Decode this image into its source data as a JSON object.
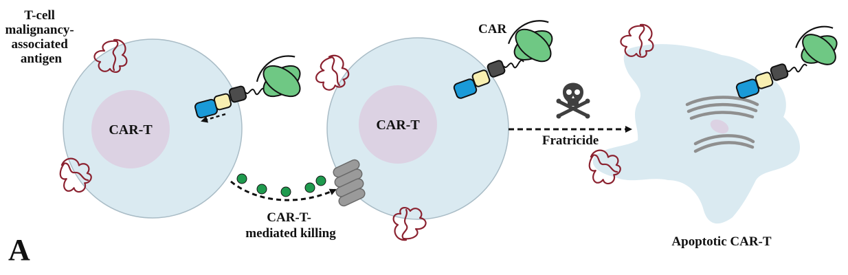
{
  "panel_label": "A",
  "labels": {
    "antigen": [
      "T-cell",
      "malignancy-",
      "associated",
      "antigen"
    ],
    "car": "CAR",
    "cart_left": "CAR-T",
    "cart_middle": "CAR-T",
    "killing": [
      "CAR-T-",
      "mediated killing"
    ],
    "fratricide": "Fratricide",
    "apoptotic": "Apoptotic CAR-T"
  },
  "colors": {
    "cell_fill": "#daeaf1",
    "cell_stroke": "#a9bcc6",
    "nucleus": "#dcd2e3",
    "antigen": "#8b2230",
    "car_blue": "#1a9ad8",
    "car_yellow": "#f8efb1",
    "car_dark": "#4c4c4c",
    "car_green": "#6fc884",
    "granzyme": "#1f9a4e",
    "perforin": "#9a9a9a",
    "skull": "#3f3f3f"
  }
}
